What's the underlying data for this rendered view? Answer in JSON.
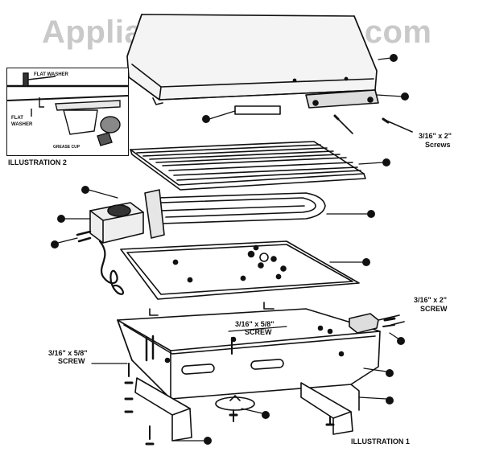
{
  "watermark": "AppliancePartsPros.com",
  "illustrations": {
    "illustration_1": "ILLUSTRATION 1",
    "illustration_2": "ILLUSTRATION 2"
  },
  "inset_labels": {
    "flat_washer_top": "FLAT WASHER",
    "flat_washer_side_line1": "FLAT",
    "flat_washer_side_line2": "WASHER",
    "grease_cup": "GREASE CUP"
  },
  "callouts": {
    "lid_screws_line1": "3/16\" x 2\"",
    "lid_screws_line2": "Screws",
    "handle_screw_line1": "3/16\" x 2\"",
    "handle_screw_line2": "SCREW",
    "center_screw_line1": "3/16\" x 5/8\"",
    "center_screw_line2": "SCREW",
    "left_screw_line1": "3/16\" x 5/8\"",
    "left_screw_line2": "SCREW"
  },
  "colors": {
    "ink": "#111111",
    "watermark": "#c9c9c9",
    "paper": "#ffffff"
  }
}
